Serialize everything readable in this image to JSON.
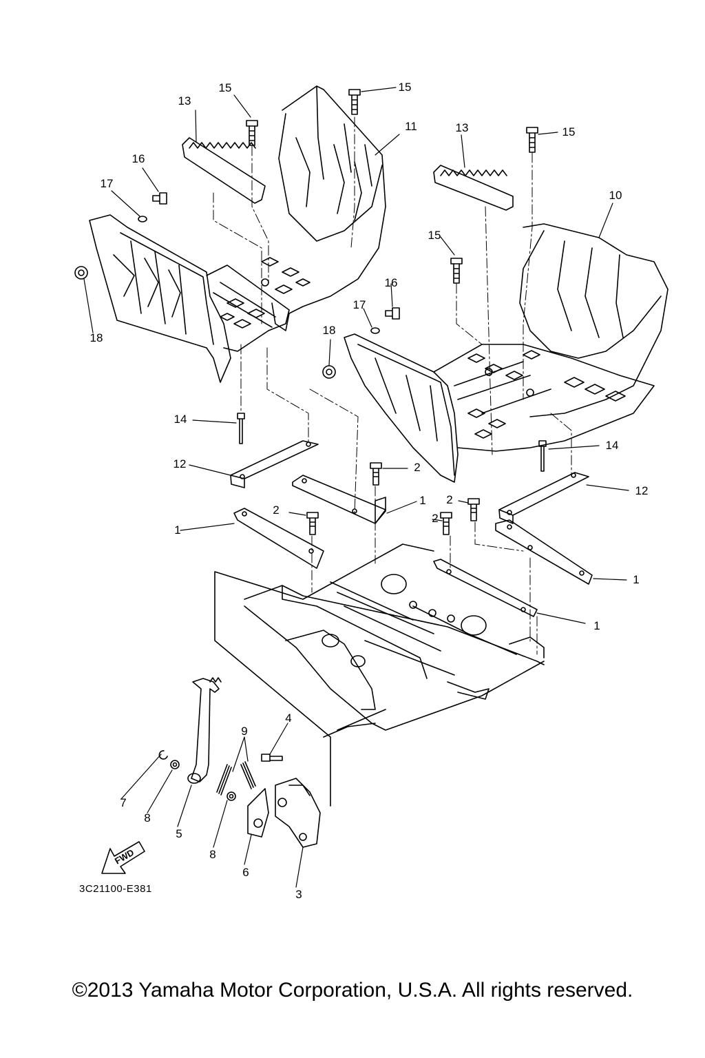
{
  "callouts": {
    "c1a": "1",
    "c1b": "1",
    "c1c": "1",
    "c1d": "1",
    "c2a": "2",
    "c2b": "2",
    "c2c": "2",
    "c2d": "2",
    "c3": "3",
    "c4": "4",
    "c5": "5",
    "c6": "6",
    "c7": "7",
    "c8a": "8",
    "c8b": "8",
    "c9": "9",
    "c10": "10",
    "c11": "11",
    "c12a": "12",
    "c12b": "12",
    "c13a": "13",
    "c13b": "13",
    "c14a": "14",
    "c14b": "14",
    "c15a": "15",
    "c15b": "15",
    "c15c": "15",
    "c15d": "15",
    "c16a": "16",
    "c16b": "16",
    "c17a": "17",
    "c17b": "17",
    "c18a": "18",
    "c18b": "18"
  },
  "fwd_label": "FWD",
  "diagram_code": "3C21100-E381",
  "copyright": "©2013 Yamaha Motor Corporation, U.S.A. All rights reserved."
}
